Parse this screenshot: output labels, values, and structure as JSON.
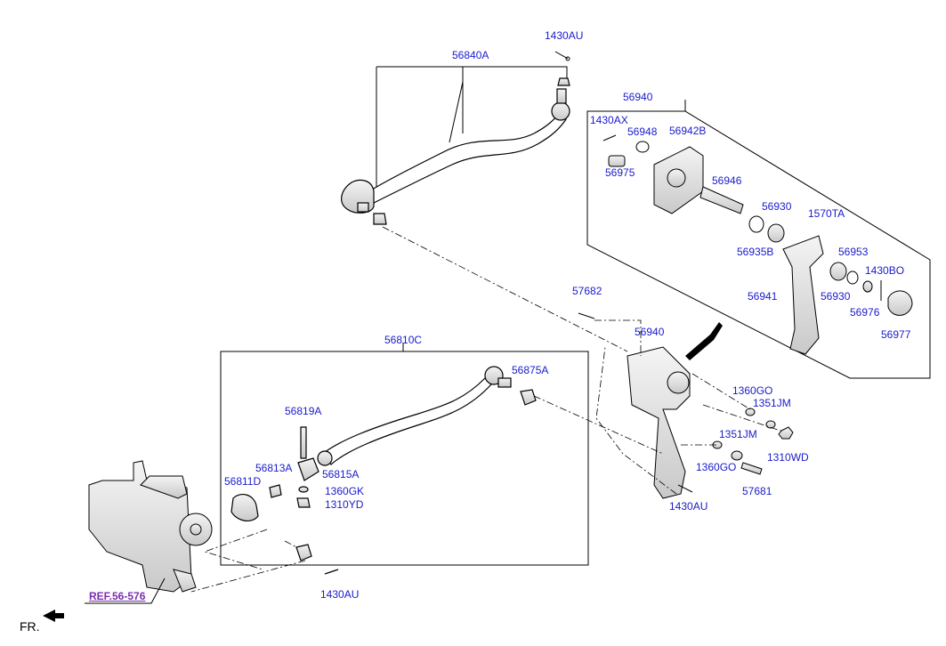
{
  "labels": {
    "l1430AU_top": "1430AU",
    "l56840A": "56840A",
    "l56940_box": "56940",
    "l1430AX": "1430AX",
    "l56948": "56948",
    "l56942B": "56942B",
    "l56975": "56975",
    "l56946": "56946",
    "l56930_a": "56930",
    "l1570TA": "1570TA",
    "l56935B": "56935B",
    "l56953": "56953",
    "l1430BO": "1430BO",
    "l56941": "56941",
    "l56930_b": "56930",
    "l56976": "56976",
    "l56977": "56977",
    "l57682": "57682",
    "l56940_main": "56940",
    "l56810C": "56810C",
    "l56875A": "56875A",
    "l1360GO_a": "1360GO",
    "l1351JM_a": "1351JM",
    "l56819A": "56819A",
    "l1351JM_b": "1351JM",
    "l1310WD": "1310WD",
    "l1360GO_b": "1360GO",
    "l56813A": "56813A",
    "l56815A": "56815A",
    "l56811D": "56811D",
    "l1360GK": "1360GK",
    "l1310YD": "1310YD",
    "l57681": "57681",
    "l1430AU_mid": "1430AU",
    "l1430AU_bot": "1430AU",
    "ref": "REF.56-576",
    "fr": "FR."
  },
  "colors": {
    "label": "#1a1acc",
    "ref": "#7a2fb0",
    "line": "#000000",
    "part_fill": "#e9e9e9",
    "accent": "#6a5acd"
  },
  "icons": {
    "front_arrow": "arrow-left-icon"
  }
}
